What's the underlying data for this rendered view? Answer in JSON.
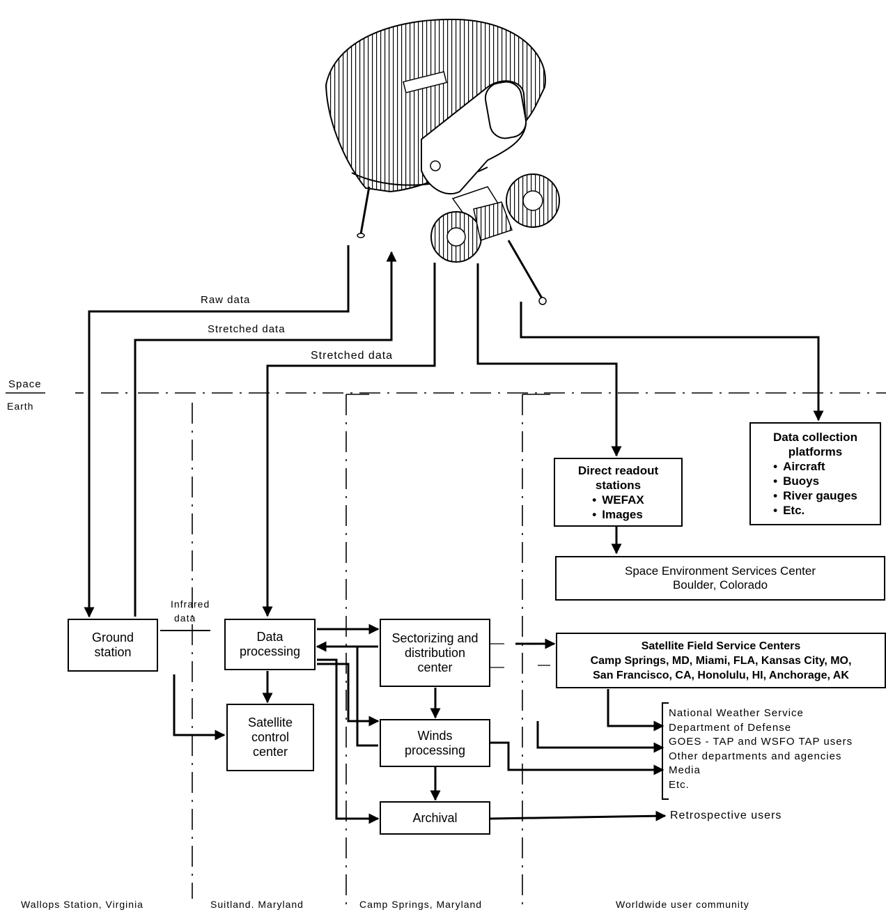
{
  "labels": {
    "raw_data": "Raw data",
    "stretched_data_1": "Stretched data",
    "stretched_data_2": "Stretched data",
    "space": "Space",
    "earth": "Earth",
    "infrared": "Infrared",
    "data": "data"
  },
  "boxes": {
    "ground_station": "Ground station",
    "data_processing": "Data processing",
    "satellite_control": "Satellite control center",
    "sectorizing": "Sectorizing and distribution center",
    "winds": "Winds processing",
    "archival": "Archival",
    "direct_readout": {
      "title": "Direct readout stations",
      "items": [
        "WEFAX",
        "Images"
      ]
    },
    "data_collection": {
      "title": "Data collection platforms",
      "items": [
        "Aircraft",
        "Buoys",
        "River gauges",
        "Etc."
      ]
    },
    "space_env": {
      "line1": "Space Environment Services Center",
      "line2": "Boulder, Colorado"
    },
    "field_centers": {
      "title": "Satellite Field Service Centers",
      "line1": "Camp Springs, MD, Miami, FLA, Kansas City, MO,",
      "line2": "San Francisco, CA, Honolulu, HI, Anchorage, AK"
    }
  },
  "users": [
    "National Weather Service",
    "Department of Defense",
    "GOES - TAP and WSFO TAP users",
    "Other departments and agencies",
    "Media",
    "Etc."
  ],
  "retrospective": "Retrospective users",
  "locations": {
    "wallops": "Wallops Station, Virginia",
    "suitland": "Suitland. Maryland",
    "camp_springs": "Camp Springs, Maryland",
    "worldwide": "Worldwide user community"
  }
}
